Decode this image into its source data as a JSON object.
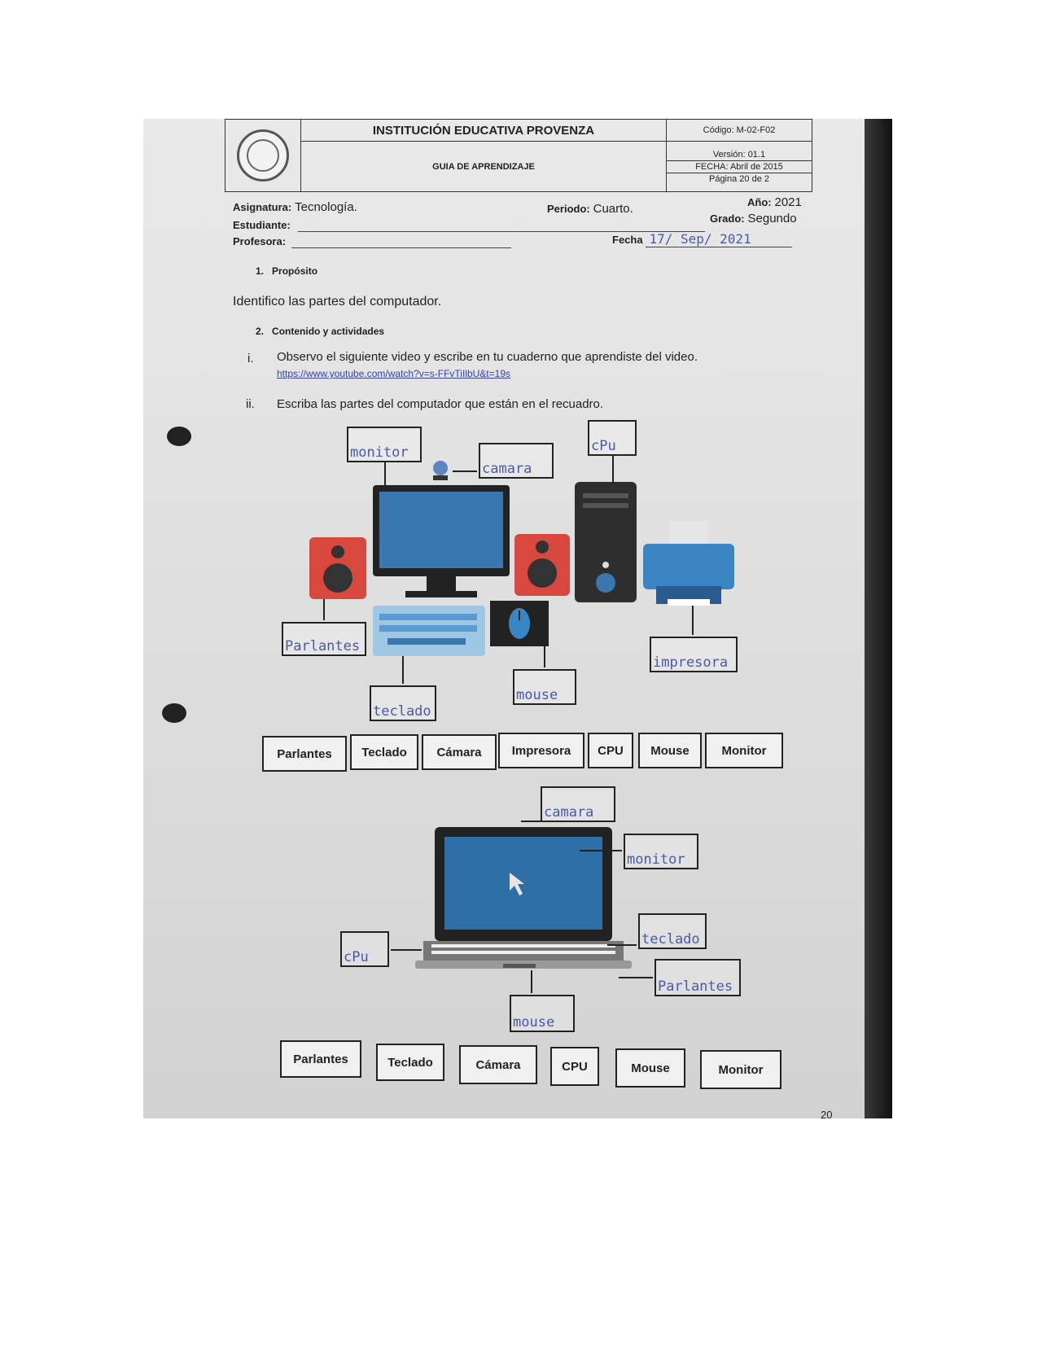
{
  "header": {
    "institution": "INSTITUCIÓN EDUCATIVA PROVENZA",
    "guide": "GUIA DE APRENDIZAJE",
    "codigo": "Código: M-02-F02",
    "version": "Versión: 01.1",
    "fecha": "FECHA: Abril de 2015",
    "pagina": "Página 20 de 2"
  },
  "info": {
    "asignatura_label": "Asignatura:",
    "asignatura": "Tecnología.",
    "periodo_label": "Periodo:",
    "periodo": "Cuarto.",
    "anio_label": "Año:",
    "anio": "2021",
    "estudiante_label": "Estudiante:",
    "grado_label": "Grado:",
    "grado": "Segundo",
    "profesora_label": "Profesora:",
    "fecha_label": "Fecha",
    "fecha_value": "17/ Sep/ 2021"
  },
  "sections": {
    "s1_num": "1.",
    "s1_title": "Propósito",
    "s1_text": "Identifico las partes del computador.",
    "s2_num": "2.",
    "s2_title": "Contenido y actividades",
    "i_num": "i.",
    "i_text": "Observo el siguiente video y escribe en tu cuaderno que aprendiste del video.",
    "i_link": "https://www.youtube.com/watch?v=s-FFvTiIlbU&t=19s",
    "ii_num": "ii.",
    "ii_text": "Escriba las partes del computador  que están en el recuadro."
  },
  "desktop_answers": {
    "monitor": "monitor",
    "camara": "camara",
    "cpu": "cPu",
    "parlantes": "Parlantes",
    "teclado": "teclado",
    "mouse": "mouse",
    "impresora": "impresora"
  },
  "word_bank_1": [
    "Parlantes",
    "Teclado",
    "Cámara",
    "Impresora",
    "CPU",
    "Mouse",
    "Monitor"
  ],
  "laptop_answers": {
    "camara": "camara",
    "monitor": "monitor",
    "cpu": "cPu",
    "teclado": "teclado",
    "parlantes": "Parlantes",
    "mouse": "mouse"
  },
  "word_bank_2": [
    "Parlantes",
    "Teclado",
    "Cámara",
    "CPU",
    "Mouse",
    "Monitor"
  ],
  "page_number": "20",
  "colors": {
    "screen_blue": "#3a77b0",
    "speaker_red": "#d8483e",
    "handwriting": "#4a5aa8"
  }
}
